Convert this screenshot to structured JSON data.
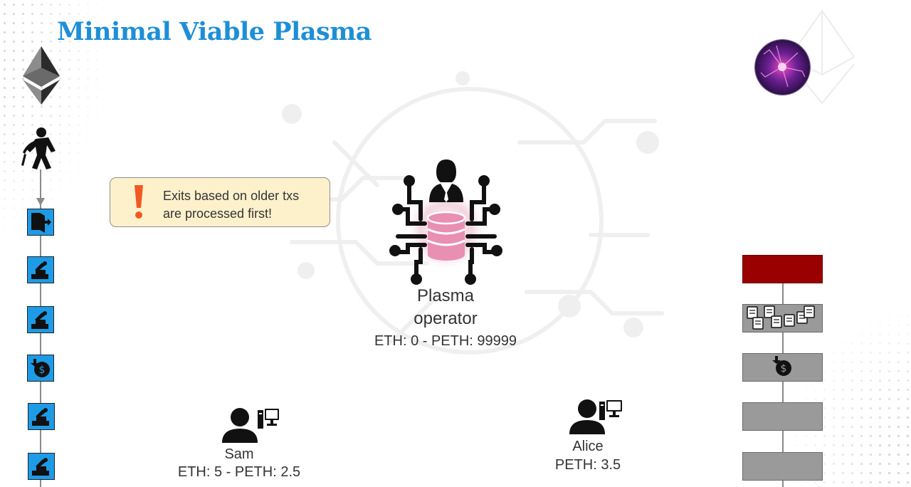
{
  "slide": {
    "title": "Minimal Viable Plasma"
  },
  "callout": {
    "line1": "Exits based on older txs",
    "line2": "are processed first!",
    "icon": "exclamation-icon"
  },
  "operator": {
    "name_line1": "Plasma",
    "name_line2": "operator",
    "balance": "ETH: 0 - PETH: 99999",
    "icon": "database-operator-icon"
  },
  "sam": {
    "name": "Sam",
    "balance": "ETH: 5 - PETH: 2.5",
    "icon": "user-computer-icon"
  },
  "alice": {
    "name": "Alice",
    "balance": "PETH: 3.5",
    "icon": "user-computer-icon"
  },
  "left_chain": {
    "icons": [
      "ethereum-icon",
      "miner-icon"
    ],
    "blocks": [
      "exit-block-icon",
      "deposit-block-icon",
      "deposit-block-icon",
      "withdraw-coin-icon",
      "deposit-block-icon",
      "deposit-block-icon"
    ]
  },
  "right_chain": {
    "blocks": [
      "latest-block",
      "transactions-block",
      "withdraw-block",
      "empty-block",
      "empty-block"
    ]
  },
  "colors": {
    "title": "#1e8fd6",
    "callout_bg": "#fdf1cc",
    "block_blue": "#1e9be6",
    "block_grey": "#9a9a9a",
    "block_red": "#9b0000",
    "db_pink": "#e88fb2"
  }
}
